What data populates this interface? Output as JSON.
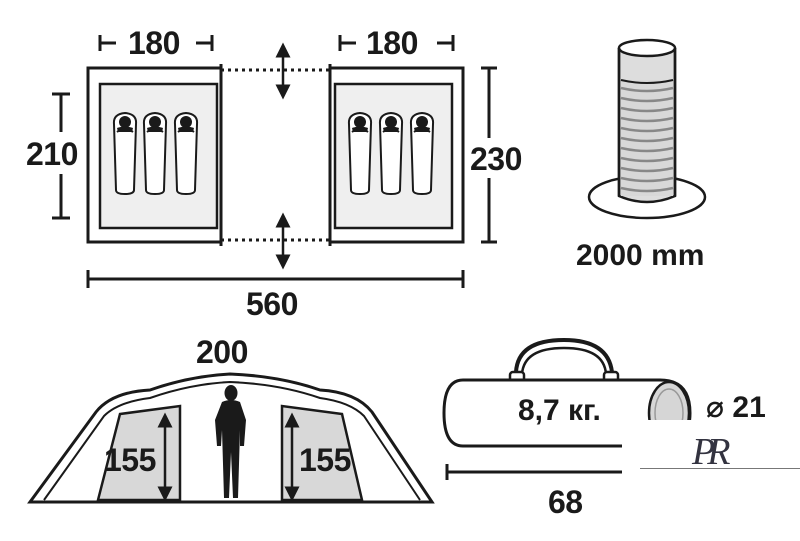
{
  "floorplan": {
    "room_width_left": "180",
    "room_width_right": "180",
    "room_depth_inner": "210",
    "total_depth": "230",
    "total_length": "560"
  },
  "water_column": {
    "value": "2000 mm"
  },
  "side_view": {
    "peak_height": "200",
    "room_height_left": "155",
    "room_height_right": "155"
  },
  "packed": {
    "weight": "8,7 кг.",
    "length": "68",
    "diameter": "⌀ 21"
  },
  "watermark": {
    "text": "PR"
  },
  "colors": {
    "ink": "#1a1a1a",
    "fill_grey": "#d8d8d8",
    "light_grey": "#eeeeee"
  }
}
